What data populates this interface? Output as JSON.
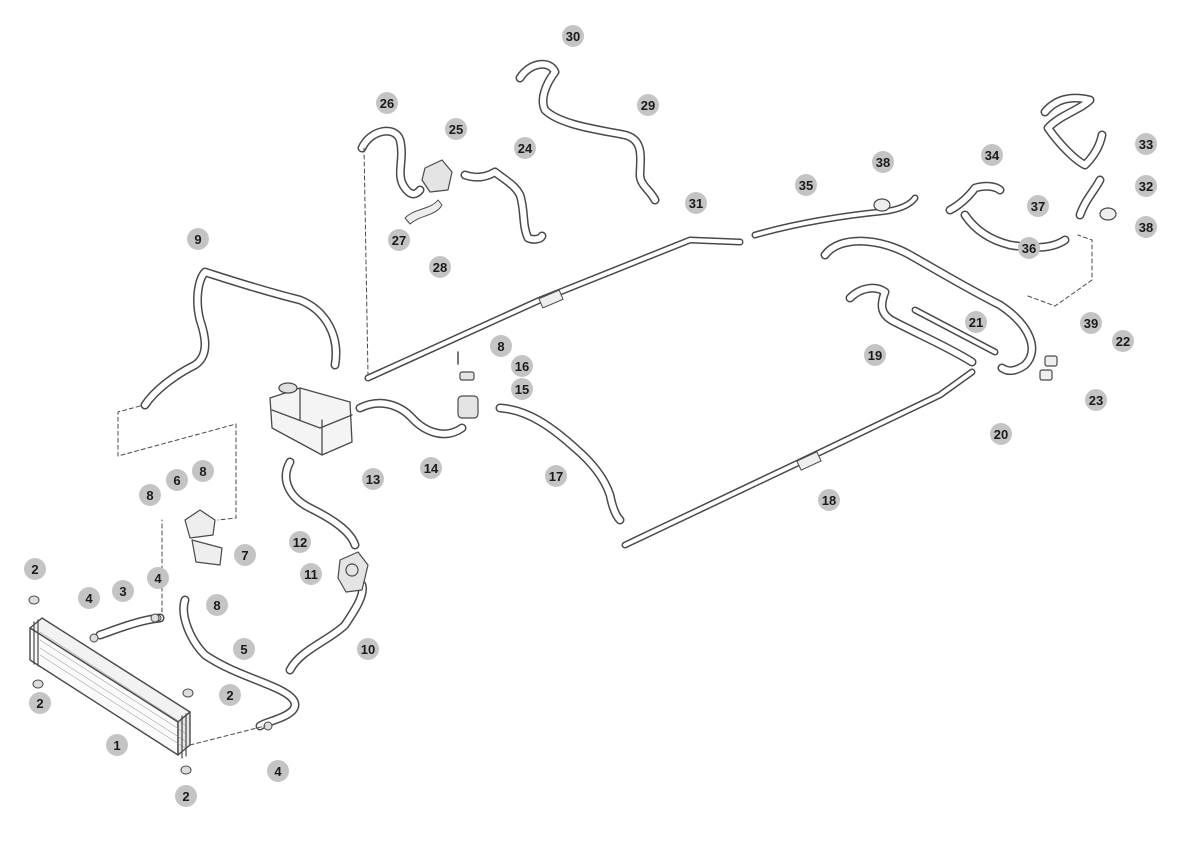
{
  "callout_fill": "#c4c4c4",
  "line_color": "#4a4a4a",
  "callouts": [
    "30",
    "29",
    "26",
    "25",
    "24",
    "27",
    "28",
    "9",
    "31",
    "35",
    "38",
    "34",
    "33",
    "32",
    "37",
    "36",
    "38",
    "39",
    "22",
    "21",
    "19",
    "20",
    "23",
    "8",
    "16",
    "15",
    "14",
    "13",
    "17",
    "18",
    "12",
    "11",
    "10",
    "8",
    "6",
    "8",
    "7",
    "8",
    "4",
    "4",
    "3",
    "2",
    "2",
    "2",
    "2",
    "1",
    "5",
    "4"
  ]
}
